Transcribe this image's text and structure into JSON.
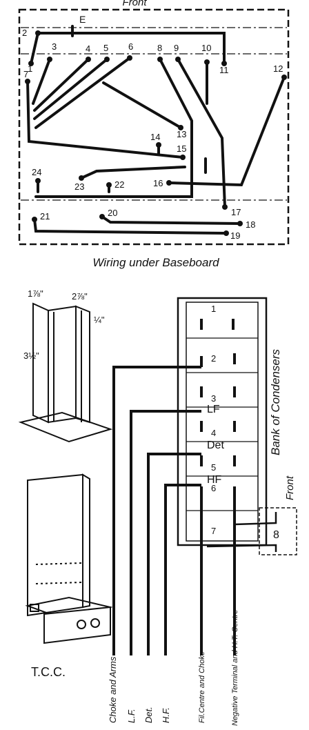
{
  "wiring": {
    "header": "Front",
    "e_label": "E",
    "caption": "Wiring under Baseboard",
    "terminals": [
      "1",
      "2",
      "3",
      "4",
      "5",
      "6",
      "7",
      "8",
      "9",
      "10",
      "11",
      "12",
      "13",
      "14",
      "15",
      "16",
      "17",
      "18",
      "19",
      "20",
      "21",
      "22",
      "23",
      "24"
    ]
  },
  "frame": {
    "dim_width": "1⅞\"",
    "dim_depth": "2⅞\"",
    "dim_thickness": "¼\"",
    "dim_height": "3½\""
  },
  "tcc": {
    "label": "T.C.C."
  },
  "bank": {
    "title": "Bank of Condensers",
    "front": "Front",
    "cells": [
      {
        "num": "1",
        "label": ""
      },
      {
        "num": "2",
        "label": ""
      },
      {
        "num": "3",
        "label": "LF"
      },
      {
        "num": "4",
        "label": "Det"
      },
      {
        "num": "5",
        "label": "HF"
      },
      {
        "num": "6",
        "label": ""
      },
      {
        "num": "7",
        "label": ""
      }
    ],
    "extra": "8"
  },
  "leads": [
    {
      "label": "Choke and Arms"
    },
    {
      "label": "L.F."
    },
    {
      "label": "Det."
    },
    {
      "label": "H.F."
    },
    {
      "label": "Fil.Centre and Choke"
    },
    {
      "label": "Negative Terminal and H.T. Centre"
    }
  ]
}
